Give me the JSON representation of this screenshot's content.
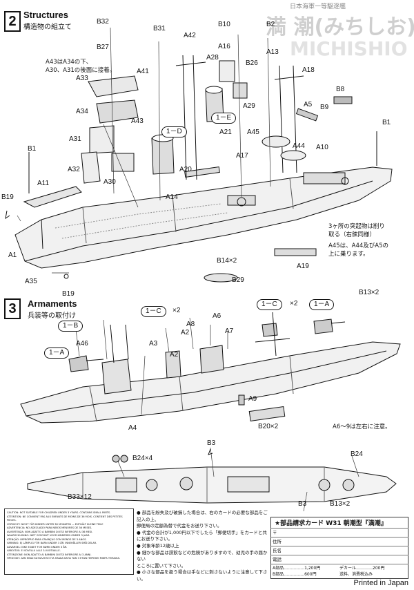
{
  "header": {
    "series_label": "日本海軍一等駆逐艦",
    "ship_name_jp": "満 潮(みちしお)",
    "ship_name_en": "MICHISHIO"
  },
  "step2": {
    "number": "2",
    "title": "Structures",
    "subtitle": "構造物の組立て",
    "note_a43": "A43はA34の下、\nA30、A31の後面に接着。",
    "note_holes": "3ヶ所の突起物は削り\n取る（右舷同様）",
    "note_a45": "A45は、A44及びA5の\n上に乗ります。",
    "tag_1d": "1－D",
    "tag_1e": "1－E",
    "qty_b14": "B14×2",
    "labels": {
      "b32": "B32",
      "b31": "B31",
      "a42": "A42",
      "b10": "B10",
      "b2": "B2",
      "b27": "B27",
      "a16": "A16",
      "a28": "A28",
      "a13": "A13",
      "b26": "B26",
      "a18": "A18",
      "a41": "A41",
      "a33": "A33",
      "b8": "B8",
      "a29": "A29",
      "a5": "A5",
      "b9": "B9",
      "b1_right": "B1",
      "a34": "A34",
      "a43": "A43",
      "a31": "A31",
      "a21": "A21",
      "a45": "A45",
      "a44": "A44",
      "a10": "A10",
      "a17": "A17",
      "b1_left": "B1",
      "a32": "A32",
      "a30": "A30",
      "a20": "A20",
      "a11": "A11",
      "a14": "A14",
      "b19_top": "B19",
      "a1": "A1",
      "a35": "A35",
      "b19_bottom": "B19",
      "b29": "B29",
      "a19": "A19"
    }
  },
  "step3": {
    "number": "3",
    "title": "Armaments",
    "subtitle": "兵装等の取付け",
    "note_a6": "A6～9は左右に注意。",
    "tag_1c_left": "1－C",
    "qty_1c_left": "×2",
    "tag_1c_right": "1－C",
    "qty_1c_right": "×2",
    "tag_1a_right": "1－A",
    "tag_1b": "1－B",
    "tag_1a_left": "1－A",
    "qty_b13_top": "B13×2",
    "qty_b20": "B20×2",
    "qty_b24": "B24×4",
    "qty_b33": "B33×12",
    "qty_b13_bottom": "B13×2",
    "labels": {
      "a6": "A6",
      "a8": "A8",
      "a2_top": "A2",
      "a7": "A7",
      "a46": "A46",
      "a3": "A3",
      "a2_mid": "A2",
      "a9": "A9",
      "a4": "A4",
      "b3_top": "B3",
      "b24": "B24",
      "b3_bottom": "B3"
    }
  },
  "caution": {
    "lines": [
      "CAUTION: NOT SUITABLE FOR CHILDREN UNDER 3 YEARS. CONTAINS SMALL PARTS.",
      "ATTENTION: NE CONVIENT PAS AUX ENFANTS DE MOINS DE 36 MOIS. CONTIENT DES PETITES PIECES.",
      "VORSICHT: NICHT FÜR KINDER UNTER 36 MONATEN — ENTHÄLT KLEINE TEILE",
      "ADVERTENCIA: NO ADECUADO PARA NIÑOS MENORES DE 36 MESES.",
      "AVVERTENZA: NON ADATTO A BAMBINI DI ETÀ INFERIORE AI 36 MESI.",
      "WAARSCHUWING: NIET GESCHIKT VOOR KINDEREN ONDER 3 JAAR.",
      "ATENÇÃO: IMPRÓPRIO PARA CRIANÇAS COM MENOS DE 3 ANOS.",
      "VARNING: EJ LÄMPLIG FÖR BARN UNDER 3 ÅR. INNEHÅLLER SMÅ DELAR.",
      "ADVARSEL: IKKE EGNET FOR BØRN UNDER 3 ÅR.",
      "VAROITUS: EI SOVELLU ALLE 3-VUOTIAILLE.",
      "ATTENZIONE: NON ADATTO AI BAMBINI DI ETÀ INFERIORE AI 3 ANNI.",
      "ΠΡΟΣΟΧΗ: ΔΕΝ ΕΙΝΑΙ ΚΑΤΑΛΛΗΛΟ ΓΙΑ ΠΑΙΔΙΑ ΚΑΤΩ ΤΩΝ 3 ΕΤΩΝ ΠΕΡΙΕΧΕΙ ΜΙΚΡΑ ΤΕΜΑΧΙΑ."
    ]
  },
  "jp_notes": {
    "lines": [
      "● 部品を紛失及び破損した場合は、右のカードの必要な部品をご記入の上、",
      "  郵便局の定額為替で代金をお送り下さい。",
      "● 代金の合計が1,000円以下でしたら「郵便切手」をカードと共にお送り下さい。",
      "● 対象年齢12歳以上",
      "● 細かな部品は誤飲などの危険がありますので、幼児の手の届かない",
      "  ところに置いて下さい。",
      "● 小さな部品を扱う場合は手などに刺さないように注意して下さい。"
    ]
  },
  "order_card": {
    "title": "★部品請求カード W31 朝潮型『満潮』",
    "fields": [
      "〒",
      "住所",
      "氏名",
      "電話"
    ],
    "price_a": "A部品……………1,200円",
    "price_b": "B部品……………600円",
    "price_decal": "デカール…………200円",
    "price_ship": "送料、消費税込み"
  },
  "footer": {
    "printed": "Printed in Japan"
  }
}
